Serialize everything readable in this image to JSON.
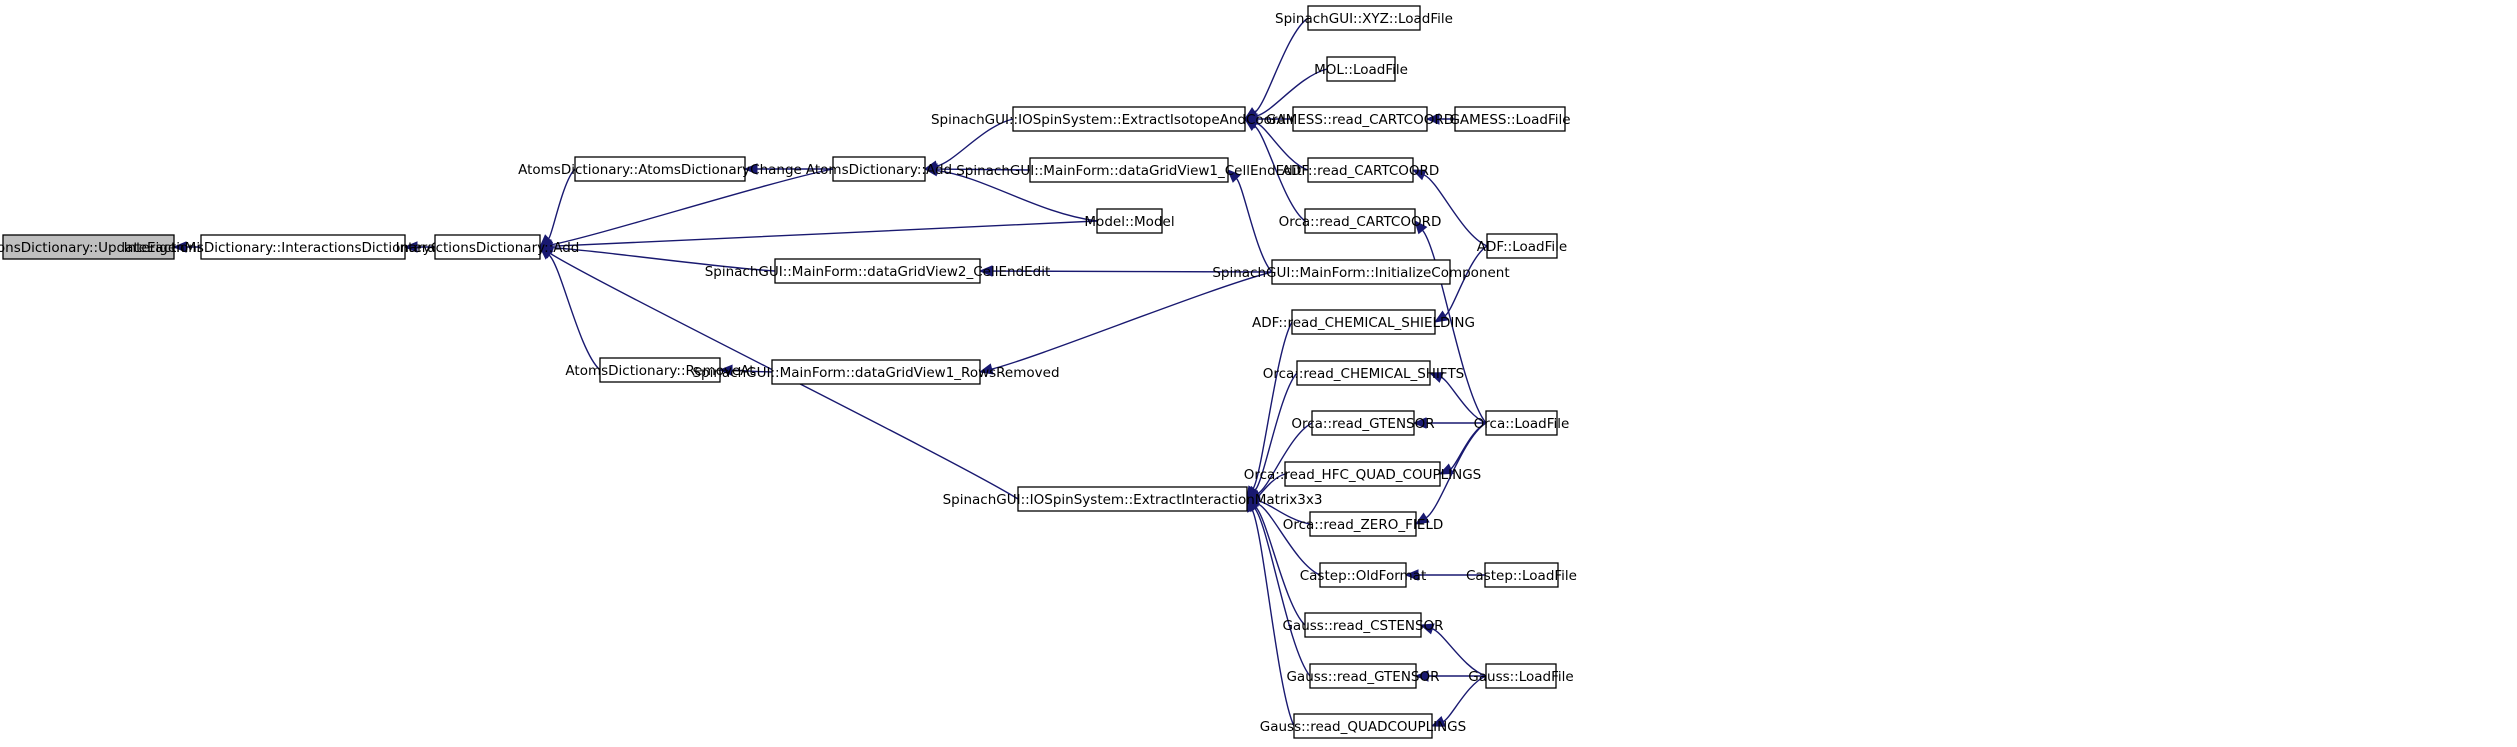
{
  "nodes": [
    {
      "id": "update_eigen",
      "label": "InteractionsDictionary::UpdateEigenMinMax",
      "root": true
    },
    {
      "id": "inter_dict_change",
      "label": "InteractionsDictionary::InteractionsDictionaryChange"
    },
    {
      "id": "inter_add",
      "label": "InteractionsDictionary::Add"
    },
    {
      "id": "atoms_dict_change",
      "label": "AtomsDictionary::AtomsDictionaryChange"
    },
    {
      "id": "atoms_remove",
      "label": "AtomsDictionary::RemoveAt"
    },
    {
      "id": "atoms_add",
      "label": "AtomsDictionary::Add"
    },
    {
      "id": "dgv2_cell",
      "label": "SpinachGUI::MainForm::dataGridView2_CellEndEdit"
    },
    {
      "id": "dgv1_rows",
      "label": "SpinachGUI::MainForm::dataGridView1_RowsRemoved"
    },
    {
      "id": "extract_iso",
      "label": "SpinachGUI::IOSpinSystem::ExtractIsotopeAndCoordinates"
    },
    {
      "id": "dgv1_cell",
      "label": "SpinachGUI::MainForm::dataGridView1_CellEndEdit"
    },
    {
      "id": "model",
      "label": "Model::Model"
    },
    {
      "id": "extract_int",
      "label": "SpinachGUI::IOSpinSystem::ExtractInteractionMatrix3x3"
    },
    {
      "id": "xyz_load",
      "label": "SpinachGUI::XYZ::LoadFile"
    },
    {
      "id": "mol_load",
      "label": "MOL::LoadFile"
    },
    {
      "id": "gamess_read",
      "label": "GAMESS::read_CARTCOORD"
    },
    {
      "id": "adf_read_cart",
      "label": "ADF::read_CARTCOORD"
    },
    {
      "id": "orca_read_cart",
      "label": "Orca::read_CARTCOORD"
    },
    {
      "id": "init_comp",
      "label": "SpinachGUI::MainForm::InitializeComponent"
    },
    {
      "id": "adf_shield",
      "label": "ADF::read_CHEMICAL_SHIELDING"
    },
    {
      "id": "orca_shifts",
      "label": "Orca::read_CHEMICAL_SHIFTS"
    },
    {
      "id": "orca_gtensor",
      "label": "Orca::read_GTENSOR"
    },
    {
      "id": "orca_hfc",
      "label": "Orca::read_HFC_QUAD_COUPLINGS"
    },
    {
      "id": "orca_zero",
      "label": "Orca::read_ZERO_FIELD"
    },
    {
      "id": "castep_old",
      "label": "Castep::OldFormat"
    },
    {
      "id": "gauss_cst",
      "label": "Gauss::read_CSTENSOR"
    },
    {
      "id": "gauss_gt",
      "label": "Gauss::read_GTENSOR"
    },
    {
      "id": "gauss_quad",
      "label": "Gauss::read_QUADCOUPLINGS"
    },
    {
      "id": "gamess_load",
      "label": "GAMESS::LoadFile"
    },
    {
      "id": "adf_load",
      "label": "ADF::LoadFile"
    },
    {
      "id": "orca_load",
      "label": "Orca::LoadFile"
    },
    {
      "id": "castep_load",
      "label": "Castep::LoadFile"
    },
    {
      "id": "gauss_load",
      "label": "Gauss::LoadFile"
    }
  ],
  "edges": [
    {
      "from": "inter_dict_change",
      "to": "update_eigen"
    },
    {
      "from": "inter_add",
      "to": "inter_dict_change"
    },
    {
      "from": "atoms_dict_change",
      "to": "inter_add"
    },
    {
      "from": "atoms_remove",
      "to": "inter_add"
    },
    {
      "from": "atoms_add",
      "to": "inter_add"
    },
    {
      "from": "model",
      "to": "inter_add"
    },
    {
      "from": "dgv2_cell",
      "to": "inter_add"
    },
    {
      "from": "extract_int",
      "to": "inter_add"
    },
    {
      "from": "atoms_add",
      "to": "atoms_dict_change"
    },
    {
      "from": "dgv1_rows",
      "to": "atoms_remove"
    },
    {
      "from": "extract_iso",
      "to": "atoms_add"
    },
    {
      "from": "dgv1_cell",
      "to": "atoms_add"
    },
    {
      "from": "model",
      "to": "atoms_add"
    },
    {
      "from": "init_comp",
      "to": "dgv2_cell"
    },
    {
      "from": "init_comp",
      "to": "dgv1_rows"
    },
    {
      "from": "init_comp",
      "to": "dgv1_cell"
    },
    {
      "from": "xyz_load",
      "to": "extract_iso"
    },
    {
      "from": "mol_load",
      "to": "extract_iso"
    },
    {
      "from": "gamess_read",
      "to": "extract_iso"
    },
    {
      "from": "adf_read_cart",
      "to": "extract_iso"
    },
    {
      "from": "orca_read_cart",
      "to": "extract_iso"
    },
    {
      "from": "gamess_load",
      "to": "gamess_read"
    },
    {
      "from": "adf_load",
      "to": "adf_read_cart"
    },
    {
      "from": "orca_load",
      "to": "orca_read_cart"
    },
    {
      "from": "adf_shield",
      "to": "extract_int"
    },
    {
      "from": "orca_shifts",
      "to": "extract_int"
    },
    {
      "from": "orca_gtensor",
      "to": "extract_int"
    },
    {
      "from": "orca_hfc",
      "to": "extract_int"
    },
    {
      "from": "orca_zero",
      "to": "extract_int"
    },
    {
      "from": "castep_old",
      "to": "extract_int"
    },
    {
      "from": "gauss_cst",
      "to": "extract_int"
    },
    {
      "from": "gauss_gt",
      "to": "extract_int"
    },
    {
      "from": "gauss_quad",
      "to": "extract_int"
    },
    {
      "from": "adf_load",
      "to": "adf_shield"
    },
    {
      "from": "orca_load",
      "to": "orca_shifts"
    },
    {
      "from": "orca_load",
      "to": "orca_gtensor"
    },
    {
      "from": "orca_load",
      "to": "orca_hfc"
    },
    {
      "from": "orca_load",
      "to": "orca_zero"
    },
    {
      "from": "castep_load",
      "to": "castep_old"
    },
    {
      "from": "gauss_load",
      "to": "gauss_cst"
    },
    {
      "from": "gauss_load",
      "to": "gauss_gt"
    },
    {
      "from": "gauss_load",
      "to": "gauss_quad"
    }
  ]
}
